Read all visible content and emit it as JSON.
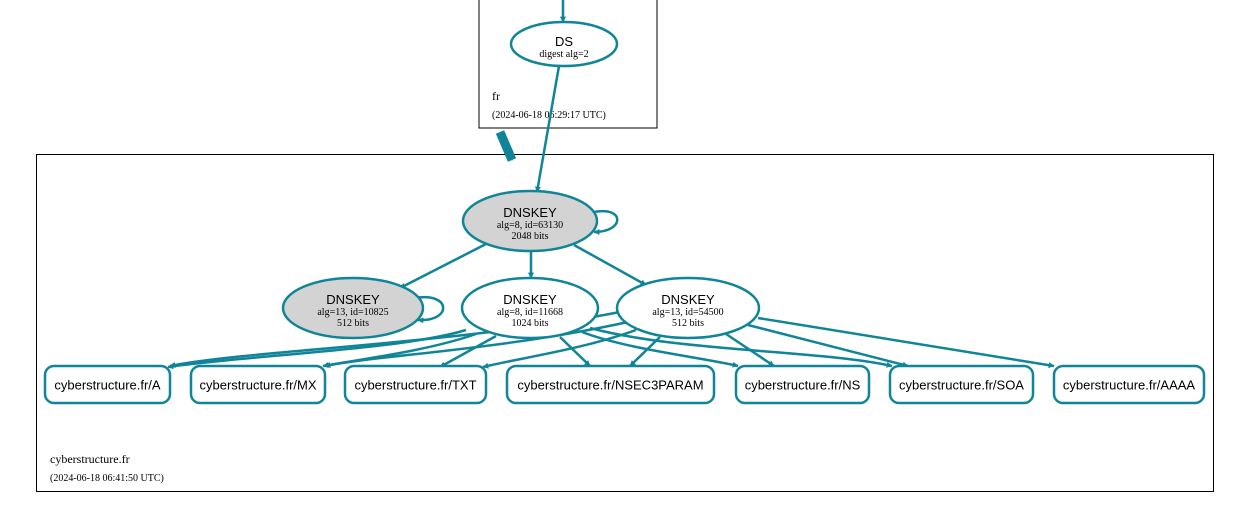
{
  "colors": {
    "edge": "#0f8597",
    "ksk_fill": "#d3d3d3",
    "node_fill": "#ffffff",
    "border": "#000000",
    "text": "#000000"
  },
  "zones": {
    "parent": {
      "name": "fr",
      "timestamp": "(2024-06-18 06:29:17 UTC)"
    },
    "child": {
      "name": "cyberstructure.fr",
      "timestamp": "(2024-06-18 06:41:50 UTC)"
    }
  },
  "nodes": {
    "ds": {
      "title": "DS",
      "detail": "digest alg=2"
    },
    "ksk": {
      "title": "DNSKEY",
      "detail": "alg=8, id=63130",
      "bits": "2048 bits"
    },
    "zsk13a": {
      "title": "DNSKEY",
      "detail": "alg=13, id=10825",
      "bits": "512 bits"
    },
    "zsk8": {
      "title": "DNSKEY",
      "detail": "alg=8, id=11668",
      "bits": "1024 bits"
    },
    "zsk13b": {
      "title": "DNSKEY",
      "detail": "alg=13, id=54500",
      "bits": "512 bits"
    }
  },
  "rrsets": [
    "cyberstructure.fr/A",
    "cyberstructure.fr/MX",
    "cyberstructure.fr/TXT",
    "cyberstructure.fr/NSEC3PARAM",
    "cyberstructure.fr/NS",
    "cyberstructure.fr/SOA",
    "cyberstructure.fr/AAAA"
  ]
}
